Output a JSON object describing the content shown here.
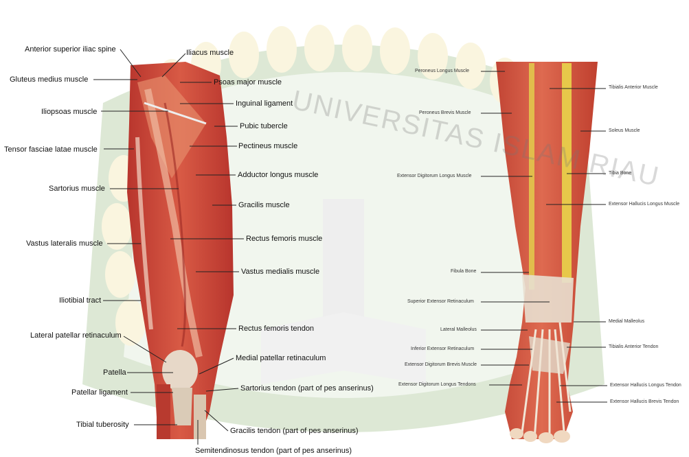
{
  "colors": {
    "muscle": "#c9453a",
    "muscle_dark": "#a8302a",
    "muscle_light": "#e27a5e",
    "tendon": "#d9d2bf",
    "bone": "#e8d58a",
    "watermark_green": "#7fa36a",
    "watermark_yellow": "#f1e2a0"
  },
  "watermark": {
    "text": "UNIVERSITAS ISLAM RIAU"
  },
  "thigh": {
    "labels_left": [
      "Anterior superior iliac spine",
      "Gluteus medius muscle",
      "Iliopsoas muscle",
      "Tensor fasciae latae muscle",
      "Sartorius muscle",
      "Vastus lateralis muscle",
      "Iliotibial tract",
      "Lateral patellar retinaculum",
      "Patella",
      "Patellar ligament",
      "Tibial tuberosity"
    ],
    "labels_right": [
      "Iliacus muscle",
      "Psoas major muscle",
      "Inguinal ligament",
      "Pubic tubercle",
      "Pectineus muscle",
      "Adductor longus muscle",
      "Gracilis muscle",
      "Rectus femoris muscle",
      "Vastus medialis muscle",
      "Rectus femoris tendon",
      "Medial patellar retinaculum",
      "Sartorius tendon (part of pes anserinus)",
      "Gracilis tendon (part of pes anserinus)",
      "Semitendinosus tendon (part of pes anserinus)"
    ]
  },
  "leg": {
    "labels_left": [
      "Peroneus Longus Muscle",
      "Peroneus Brevis Muscle",
      "Extensor Digitorum Longus Muscle",
      "Fibula Bone",
      "Superior Extensor Retinaculum",
      "Lateral Malleolus",
      "Inferior Extensor Retinaculum",
      "Extensor Digitorum Brevis Muscle",
      "Extensor Digitorum Longus Tendons"
    ],
    "labels_right": [
      "Tibialis Anterior Muscle",
      "Soleus Muscle",
      "Tibia Bone",
      "Extensor Hallucis Longus Muscle",
      "Medial Malleolus",
      "Tibialis Anterior Tendon",
      "Extensor Hallucis Longus Tendon",
      "Extensor Hallucis Brevis Tendon"
    ]
  }
}
